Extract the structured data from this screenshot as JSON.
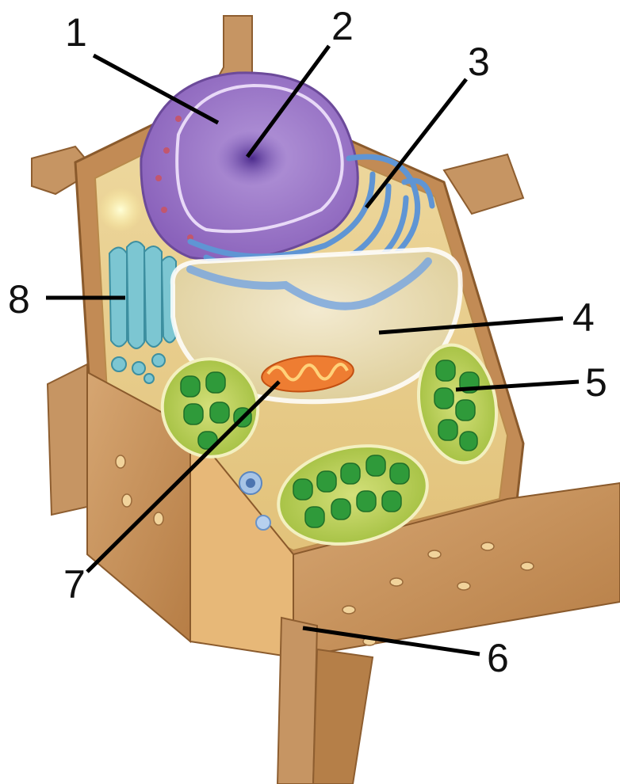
{
  "diagram": {
    "labels": [
      {
        "id": "1",
        "text": "1",
        "target": "nucleus"
      },
      {
        "id": "2",
        "text": "2",
        "target": "nucleolus"
      },
      {
        "id": "3",
        "text": "3",
        "target": "endoplasmic-reticulum"
      },
      {
        "id": "4",
        "text": "4",
        "target": "central-vacuole"
      },
      {
        "id": "5",
        "text": "5",
        "target": "chloroplast"
      },
      {
        "id": "6",
        "text": "6",
        "target": "cell-wall"
      },
      {
        "id": "7",
        "text": "7",
        "target": "mitochondrion"
      },
      {
        "id": "8",
        "text": "8",
        "target": "golgi-apparatus"
      }
    ]
  },
  "colors": {
    "cell_wall": "#c4905a",
    "cell_wall_dark": "#9a6a3a",
    "cytoplasm": "#e9cf8a",
    "nucleus": "#9a74c4",
    "nucleolus": "#5a3a9a",
    "er": "#6f9fd8",
    "vacuole": "#ecdfb6",
    "chloroplast_outer": "#b9cf55",
    "thylakoid": "#2f9a3a",
    "mitochondrion": "#e8702a",
    "golgi": "#78c3cf"
  }
}
